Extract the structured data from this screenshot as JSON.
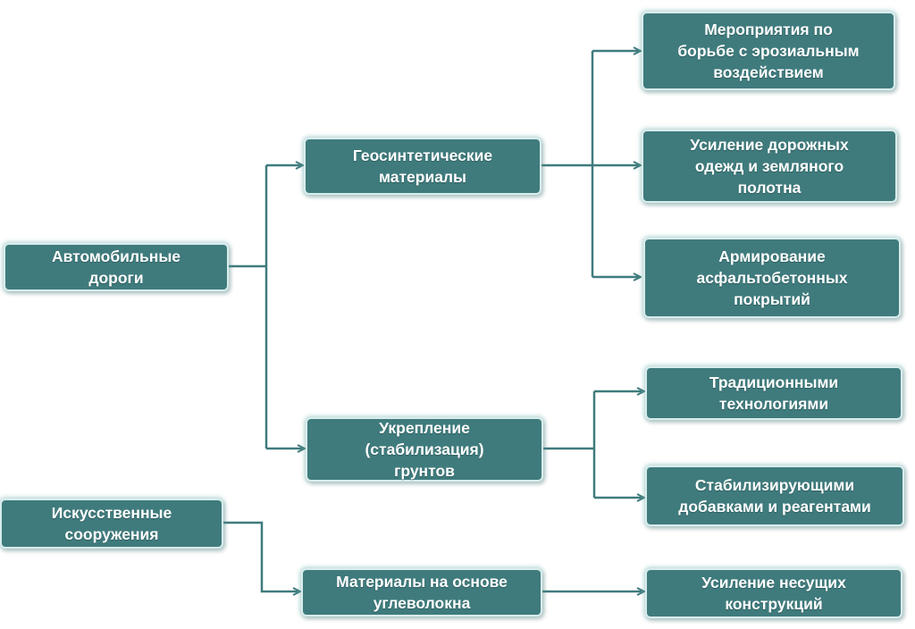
{
  "diagram": {
    "line_color": "#3f7b7d",
    "box_color": "#3f7b7d",
    "nodes": {
      "roads": "Автомобильные\nдороги",
      "structures": "Искусственные\nсооружения",
      "geosynthetic": "Геосинтетические\nматериалы",
      "soil_strengthening": "Укрепление\n(стабилизация)\nгрунтов",
      "carbon_materials": "Материалы на основе\nуглеволокна",
      "erosion": "Мероприятия по\nборьбе с эрозиальным\nвоздействием",
      "pavement_reinforcement": "Усиление дорожных\nодежд и земляного\nполотна",
      "asphalt_reinforcement": "Армирование\nасфальтобетонных\nпокрытий",
      "traditional": "Традиционными\nтехнологиями",
      "stabilizing_additives": "Стабилизирующими\nдобавками и реагентами",
      "load_bearing": "Усиление несущих\nконструкций"
    }
  }
}
